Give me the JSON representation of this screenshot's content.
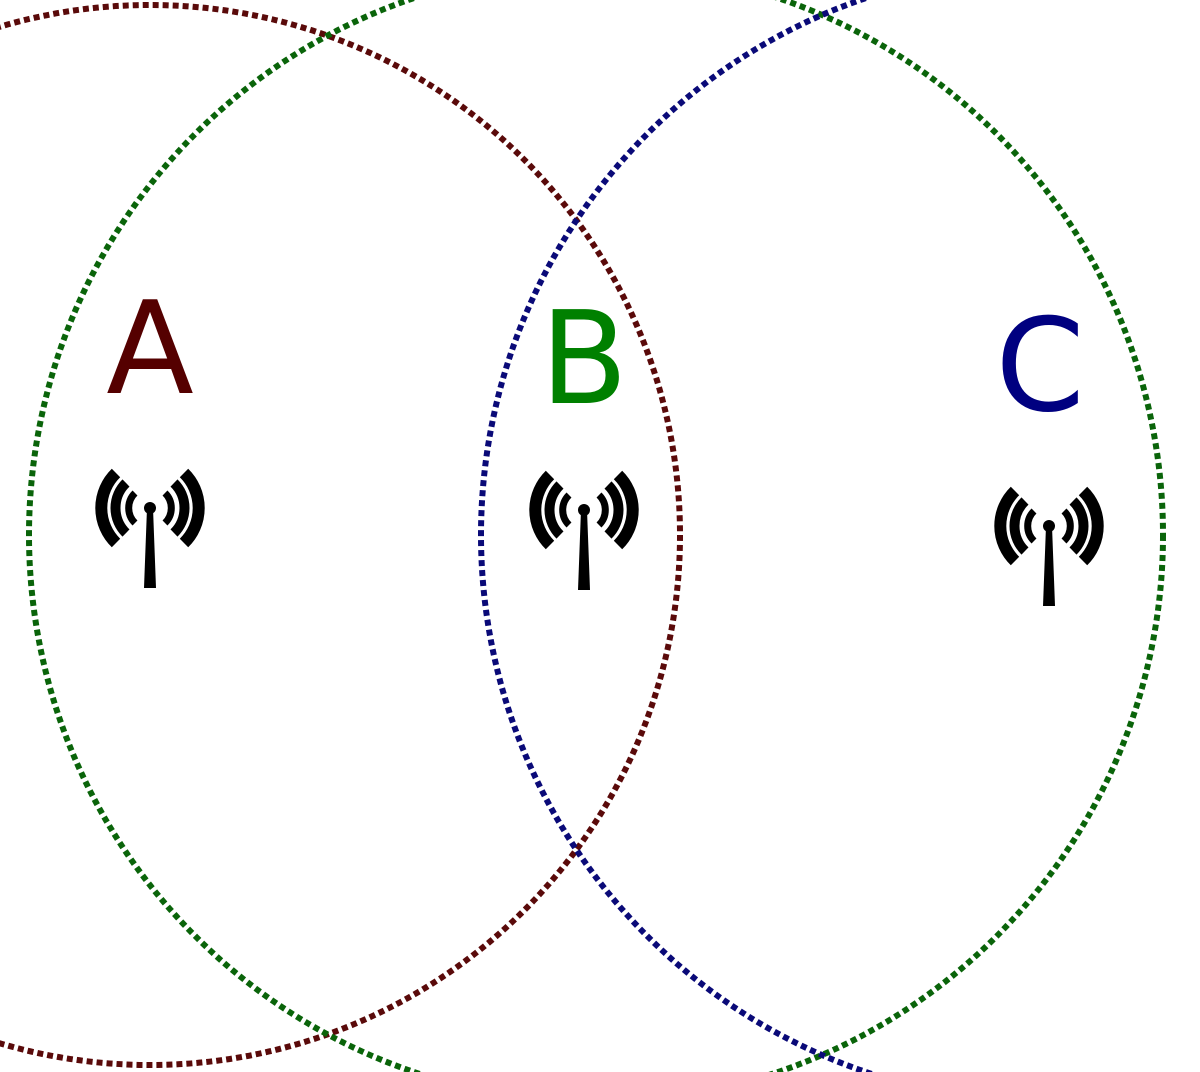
{
  "stations": [
    {
      "id": "A",
      "label": "A",
      "color": "#550000",
      "icon": "radio-antenna-icon"
    },
    {
      "id": "B",
      "label": "B",
      "color": "#008000",
      "icon": "radio-antenna-icon"
    },
    {
      "id": "C",
      "label": "C",
      "color": "#000080",
      "icon": "radio-antenna-icon"
    }
  ],
  "range_colors": {
    "A": "#5a0a0a",
    "B": "#0a640a",
    "C": "#0a0a78"
  }
}
